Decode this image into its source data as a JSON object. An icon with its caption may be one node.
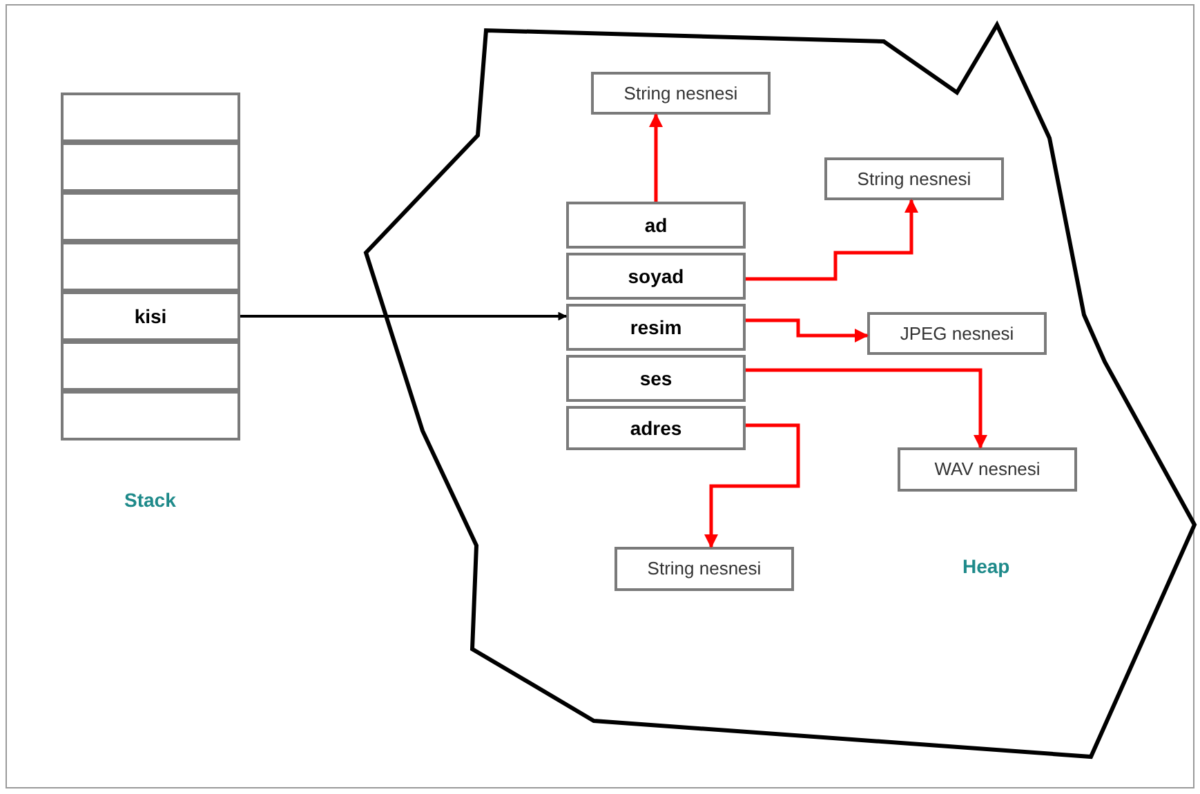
{
  "diagram": {
    "nodes": [
      {
        "text": [],
        "shape": "box"
      },
      {
        "text": [],
        "shape": "box"
      },
      {
        "text": [],
        "shape": "box"
      },
      {
        "text": [],
        "shape": "box"
      },
      {
        "text": [
          "kisi"
        ]
      },
      {
        "text": [],
        "shape": "box"
      },
      {
        "text": [],
        "shape": "box"
      },
      {
        "text": [
          "Heap"
        ]
      },
      {
        "text": [
          "String nesnesi"
        ],
        "in": 7
      },
      {
        "text": [
          "ad"
        ],
        "in": 7
      },
      {
        "text": [
          "soyad"
        ],
        "in": 7
      },
      {
        "text": [
          "resim"
        ],
        "in": 7
      },
      {
        "text": [
          "ses"
        ],
        "in": 7
      },
      {
        "text": [
          "adres"
        ],
        "in": 7
      },
      {
        "text": [
          "String nesnesi"
        ],
        "in": 7
      },
      {
        "text": [
          "JPEG nesnesi"
        ],
        "in": 7
      },
      {
        "text": [
          "WAV nesnesi"
        ],
        "in": 7
      },
      {
        "text": [
          "String nesnesi"
        ],
        "in": 7
      }
    ],
    "edges": [
      {
        "from": 4,
        "to": 11,
        "arrow": "to",
        "color": "#000000"
      },
      {
        "from": 9,
        "to": 8,
        "arrow": "to"
      },
      {
        "from": 10,
        "to": 14,
        "arrow": "to"
      },
      {
        "from": 11,
        "to": 15,
        "arrow": "to"
      },
      {
        "from": 12,
        "to": 16,
        "arrow": "to"
      },
      {
        "from": 13,
        "to": 17,
        "arrow": "to"
      }
    ],
    "labels": [
      "Stack"
    ]
  }
}
